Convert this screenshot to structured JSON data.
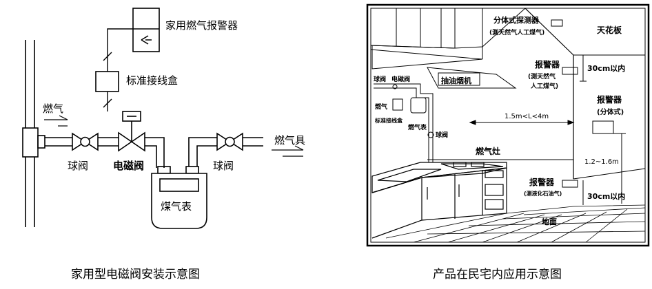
{
  "left_diagram": {
    "alarm": "家用燃气报警器",
    "junction_box": "标准接线盒",
    "gas_in": "燃气",
    "ball_valve_left": "球阀",
    "solenoid_valve": "电磁阀",
    "ball_valve_right": "球阀",
    "appliance": "燃气具",
    "meter": "煤气表",
    "caption": "家用型电磁阀安装示意图"
  },
  "right_diagram": {
    "split_detector": "分体式探测器",
    "split_detector_sub": "(測天然气人工煤气)",
    "ceiling": "天花板",
    "alarm_upper": "报警器",
    "alarm_upper_sub1": "(測天然气",
    "alarm_upper_sub2": "人工煤气)",
    "dist_top": "30cm以内",
    "hood": "抽油烟机",
    "ball_valve_a": "球阀",
    "solenoid": "电磁阀",
    "pipe_gas": "燃气",
    "junction_box": "标准接线盒",
    "gas_meter": "燃气表",
    "ball_valve_b": "球阀",
    "horiz_range": "1.5m<L<4m",
    "alarm_split": "报警器",
    "alarm_split_sub": "(分体式)",
    "height_range": "1.2~1.6m",
    "stove": "燃气灶",
    "alarm_lower": "报警器",
    "alarm_lower_sub": "(测液化石油气)",
    "dist_bottom": "30cm以内",
    "floor": "地面",
    "caption": "产品在民宅内应用示意图"
  }
}
